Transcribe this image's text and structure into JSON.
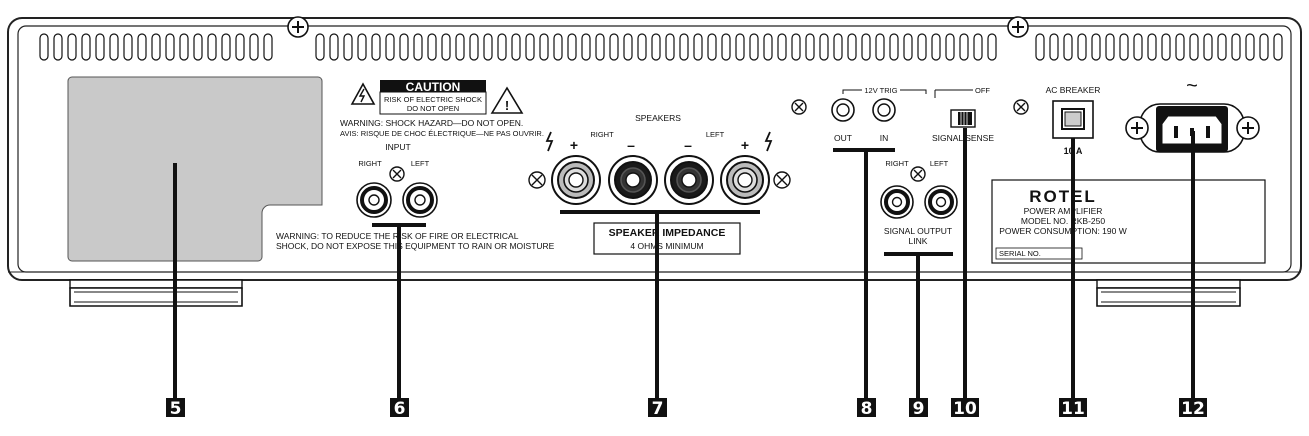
{
  "caution": {
    "title": "CAUTION",
    "line1": "RISK OF ELECTRIC SHOCK",
    "line2": "DO NOT OPEN",
    "warning_en": "WARNING: SHOCK HAZARD—DO NOT OPEN.",
    "warning_fr": "AVIS: RISQUE DE CHOC ÉLECTRIQUE—NE PAS OUVRIR."
  },
  "input": {
    "title": "INPUT",
    "right": "RIGHT",
    "left": "LEFT"
  },
  "bottom_warning": {
    "line1": "WARNING: TO REDUCE THE RISK OF FIRE OR ELECTRICAL",
    "line2": "SHOCK, DO NOT EXPOSE THIS EQUIPMENT TO RAIN OR MOISTURE"
  },
  "speakers": {
    "title": "SPEAKERS",
    "right": "RIGHT",
    "left": "LEFT",
    "plus": "+",
    "minus": "–",
    "impedance_title": "SPEAKER IMPEDANCE",
    "impedance_value": "4 OHMS MINIMUM"
  },
  "trigger": {
    "title": "12V TRIG",
    "out": "OUT",
    "in": "IN",
    "off": "OFF",
    "signal_sense": "SIGNAL SENSE"
  },
  "signal_output": {
    "right": "RIGHT",
    "left": "LEFT",
    "line1": "SIGNAL OUTPUT",
    "line2": "LINK"
  },
  "breaker": {
    "title": "AC BREAKER",
    "rating": "10 A"
  },
  "ac_symbol": "~",
  "nameplate": {
    "brand": "ROTEL",
    "line1": "POWER AMPLIFIER",
    "line2": "MODEL NO. RKB-250",
    "line3": "POWER CONSUMPTION: 190 W",
    "serial": "SERIAL NO."
  },
  "callouts": [
    "5",
    "6",
    "7",
    "8",
    "9",
    "10",
    "11",
    "12"
  ]
}
